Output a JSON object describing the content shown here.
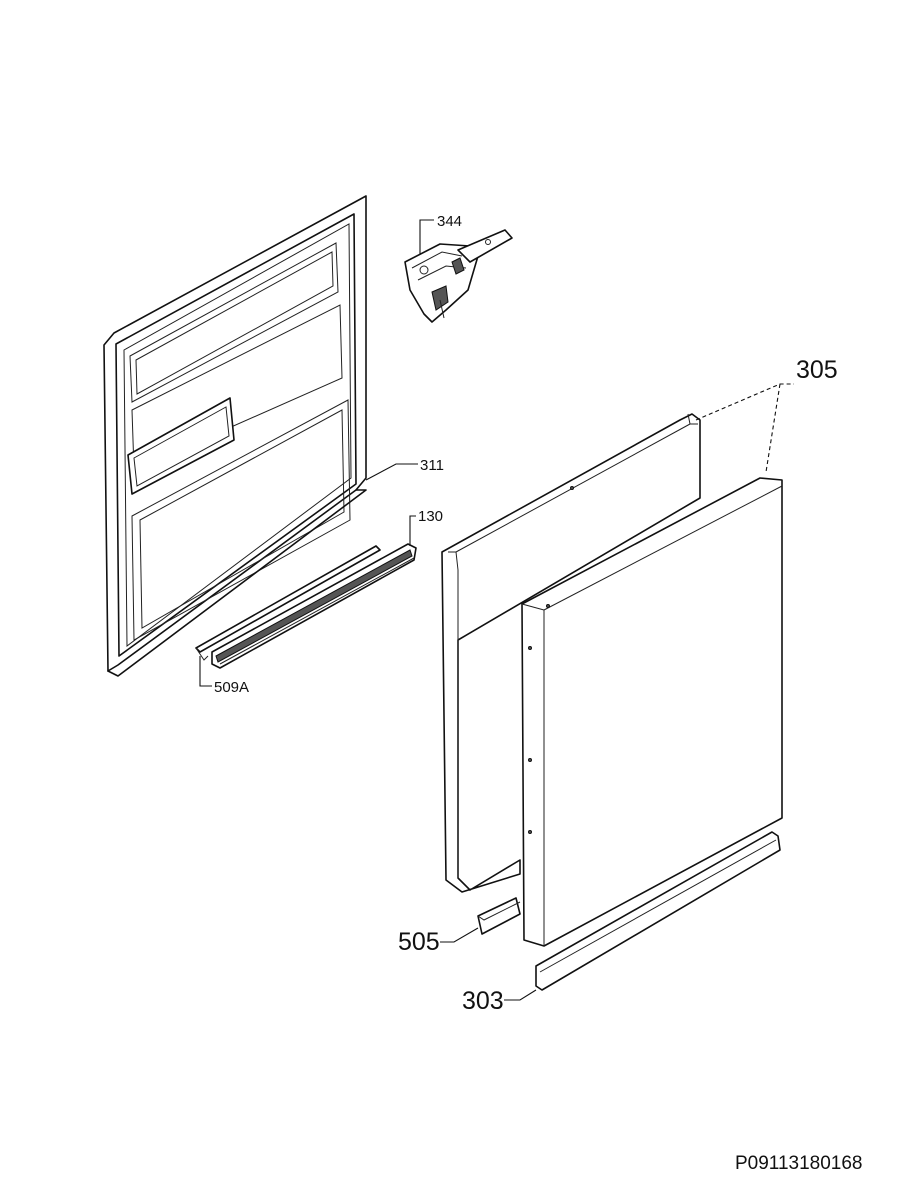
{
  "parts": {
    "p344": "344",
    "p305": "305",
    "p311": "311",
    "p130": "130",
    "p509a": "509A",
    "p505": "505",
    "p303": "303"
  },
  "drawing_code": "P09113180168"
}
